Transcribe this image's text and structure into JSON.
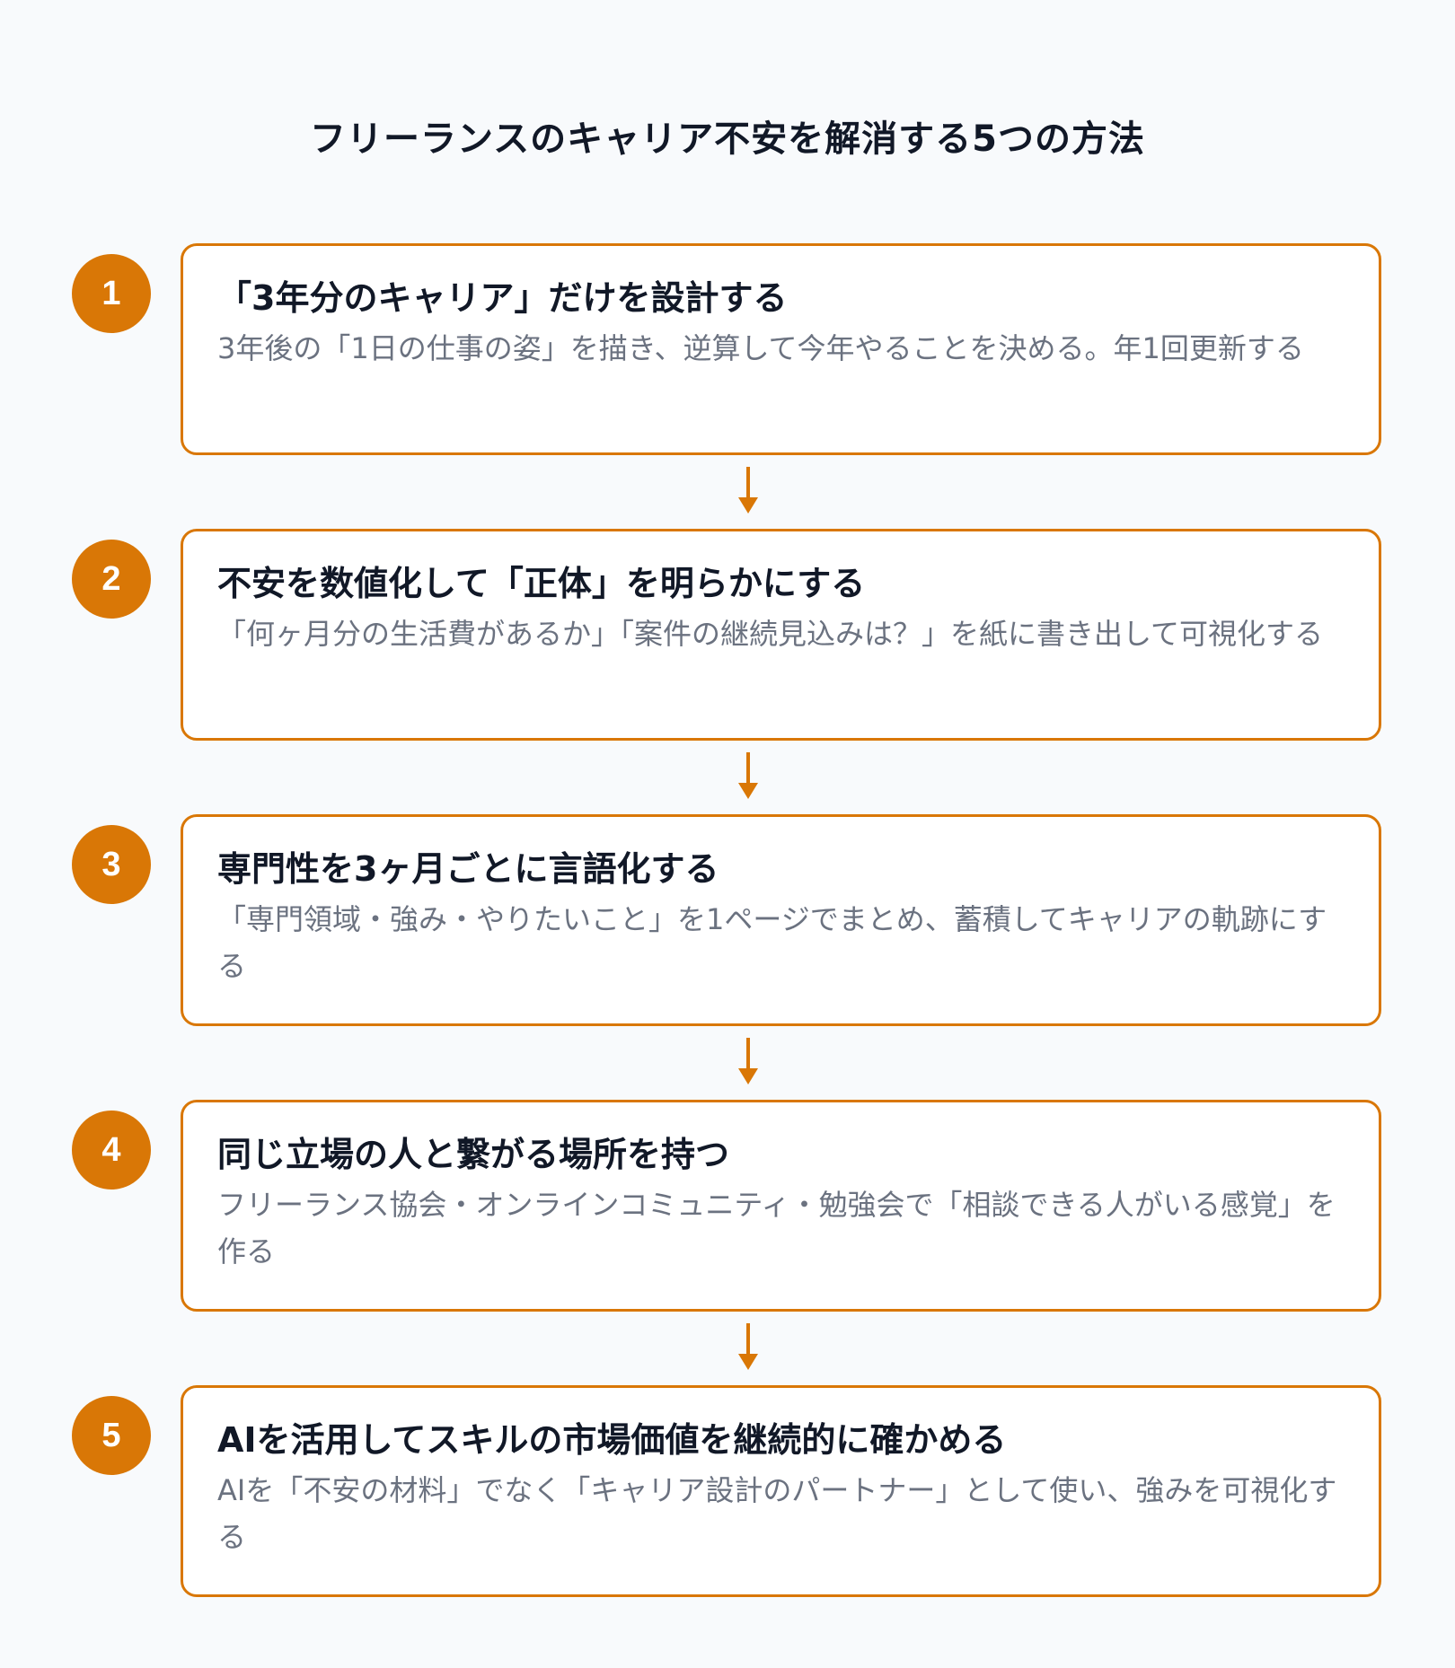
{
  "title": "フリーランスのキャリア不安を解消する5つの方法",
  "steps": [
    {
      "number": "1",
      "title": "「3年分のキャリア」だけを設計する",
      "description": "3年後の「1日の仕事の姿」を描き、逆算して今年やることを決める。年1回更新する"
    },
    {
      "number": "2",
      "title": "不安を数値化して「正体」を明らかにする",
      "description": "「何ヶ月分の生活費があるか」「案件の継続見込みは？」を紙に書き出して可視化する"
    },
    {
      "number": "3",
      "title": "専門性を3ヶ月ごとに言語化する",
      "description": "「専門領域・強み・やりたいこと」を1ページでまとめ、蓄積してキャリアの軌跡にする"
    },
    {
      "number": "4",
      "title": "同じ立場の人と繋がる場所を持つ",
      "description": "フリーランス協会・オンラインコミュニティ・勉強会で「相談できる人がいる感覚」を作る"
    },
    {
      "number": "5",
      "title": "AIを活用してスキルの市場価値を継続的に確かめる",
      "description": "AIを「不安の材料」でなく「キャリア設計のパートナー」として使い、強みを可視化する"
    }
  ],
  "accent_color": "#d97706",
  "arrow_icon": "arrow-down-icon"
}
